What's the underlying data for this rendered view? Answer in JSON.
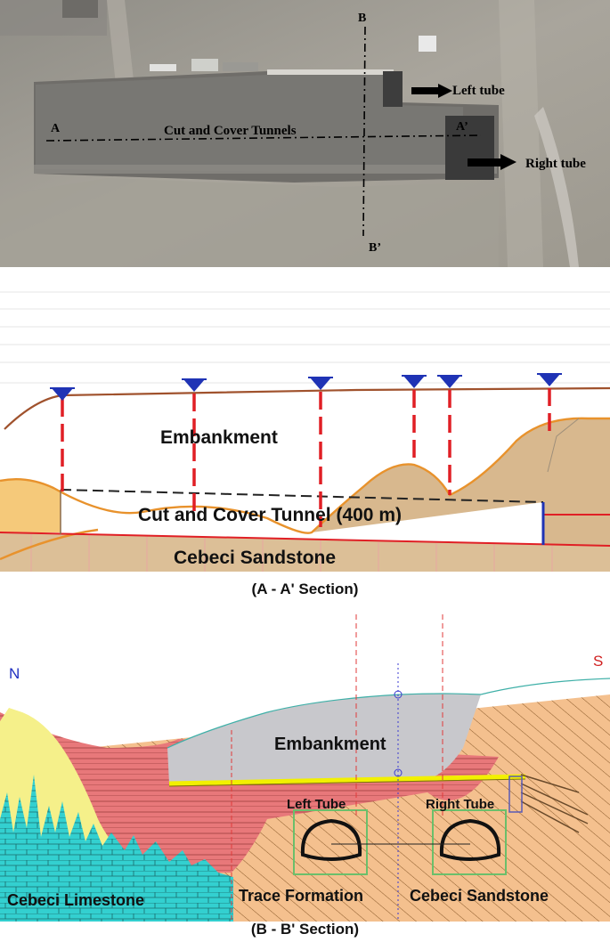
{
  "photo": {
    "labels": {
      "a": "A",
      "a_prime": "A’",
      "b": "B",
      "b_prime": "B’",
      "cut_cover": "Cut and Cover Tunnels",
      "left_tube": "Left tube",
      "right_tube": "Right tube"
    }
  },
  "section_aa": {
    "embankment": "Embankment",
    "tunnel": "Cut and Cover Tunnel (400 m)",
    "sandstone": "Cebeci Sandstone",
    "caption": "(A - A' Section)",
    "colors": {
      "embankment_fill": "#d8b88e",
      "sandstone_fill": "#dcbf97",
      "water": "#1f33b5",
      "boundary": "#e8922c",
      "topline": "#a0522d",
      "pile": "#e8262b"
    }
  },
  "section_bb": {
    "north": "N",
    "south": "S",
    "embankment": "Embankment",
    "left_tube": "Left Tube",
    "right_tube": "Right Tube",
    "limestone": "Cebeci Limestone",
    "trace": "Trace Formation",
    "sandstone": "Cebeci Sandstone",
    "caption": "(B - B' Section)",
    "colors": {
      "limestone": "#33d0d0",
      "yellow": "#f5f08a",
      "red": "#e8787a",
      "embankment": "#c8c8cc",
      "sandstone": "#f4c08e"
    }
  }
}
